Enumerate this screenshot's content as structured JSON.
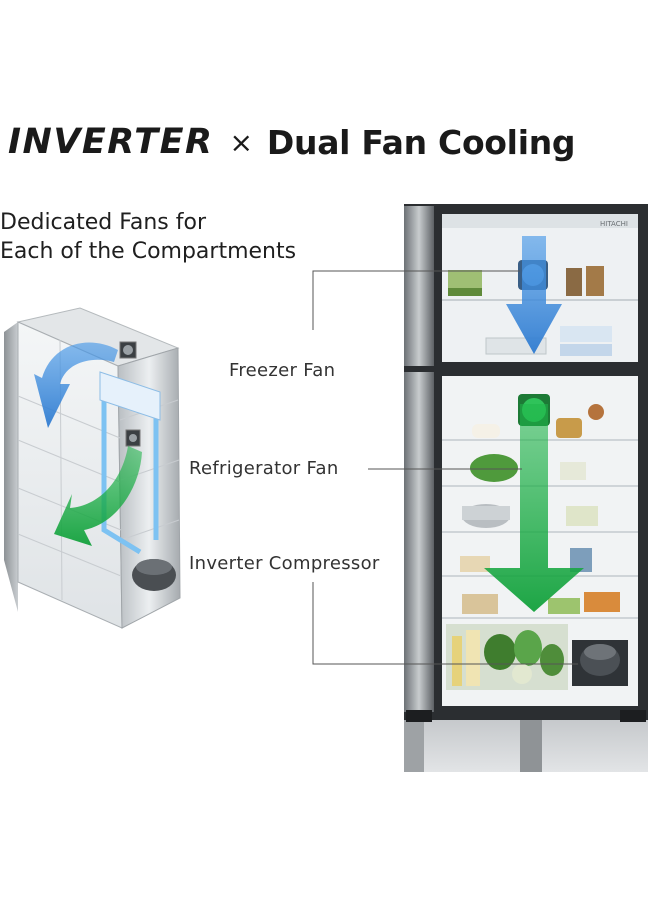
{
  "headline": {
    "brand": "INVERTER",
    "separator": "×",
    "tagline": "Dual Fan Cooling"
  },
  "subtitle": {
    "line1": "Dedicated Fans for",
    "line2": "Each of the Compartments"
  },
  "callouts": {
    "freezer_fan": "Freezer Fan",
    "refrigerator_fan": "Refrigerator Fan",
    "inverter_compressor": "Inverter Compressor"
  },
  "fridge": {
    "logo": "HITACHI"
  },
  "colors": {
    "freezer_airflow": "#2f7bd0",
    "fridge_airflow": "#1fb64a",
    "cabinet": "#d9dde0",
    "body_dark": "#2b2e31"
  }
}
